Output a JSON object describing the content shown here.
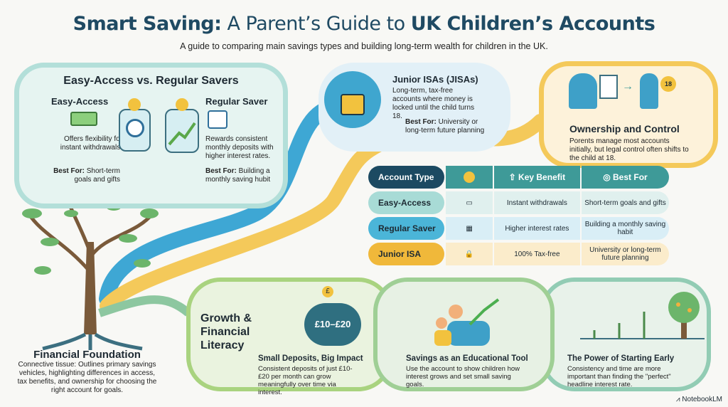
{
  "header": {
    "title_bold1": "Smart Saving:",
    "title_light": " A Parent’s Guide to ",
    "title_bold2": "UK Children’s Accounts",
    "subtitle": "A guide to comparing main savings types and building long-term wealth for children in the UK."
  },
  "savers": {
    "title": "Easy-Access vs. Regular Savers",
    "easy": {
      "title": "Easy-Access",
      "desc": "Offers flexibility for instant withdrawals.",
      "best_label": "Best For:",
      "best": " Short-term goals and gifts"
    },
    "regular": {
      "title": "Regular Saver",
      "desc": "Rewards consistent monthly deposits with higher interest rates.",
      "best_label": "Best For:",
      "best": " Building a monthly saving hubit"
    }
  },
  "jisa": {
    "title": "Junior ISAs (JISAs)",
    "desc": "Long-term, tax-free accounts where money is locked until the child turns 18.",
    "best_label": "Best For:",
    "best": " University or long-term future planning"
  },
  "ownership": {
    "title": "Ownership and Control",
    "desc": "Porents manage most accounts initially, but legal control often shifts to the child at 18.",
    "key_badge": "18"
  },
  "table": {
    "headers": [
      "Account Type",
      "Key Benefit",
      "Best For"
    ],
    "rows": [
      {
        "type": "Easy-Access",
        "benefit": "Instant withdrawals",
        "best": "Short-term goals and gifts",
        "color": "#a8dbd6"
      },
      {
        "type": "Regular Saver",
        "benefit": "Higher interest rates",
        "best": "Building a monthly saving habit",
        "color": "#4bb5d8"
      },
      {
        "type": "Junior ISA",
        "benefit": "100% Tax-free",
        "best": "University or long-term future planning",
        "color": "#f0b83a"
      }
    ]
  },
  "growth": {
    "title": "Growth & Financial Literacy",
    "cards": [
      {
        "title": "Small Deposits, Big Impact",
        "desc": "Consistent deposits of just £10-£20 per month can grow meaningfully over time via interest.",
        "pot_label": "£10–£20",
        "coin": "£"
      },
      {
        "title": "Savings as an Educational Tool",
        "desc": "Use the account to show children how interest grows and set small saving goals."
      },
      {
        "title": "The Power of Starting Early",
        "desc": "Consistency and time are more important than finding the \"perfect\" headline interest rate."
      }
    ]
  },
  "foundation": {
    "title": "Financial Foundation",
    "desc": "Connective tissue: Outlines primary savings vehicles, highlighting differences in access, tax benefits, and ownership for choosing the right account for goals."
  },
  "brand": {
    "name": "NotebookLM"
  }
}
